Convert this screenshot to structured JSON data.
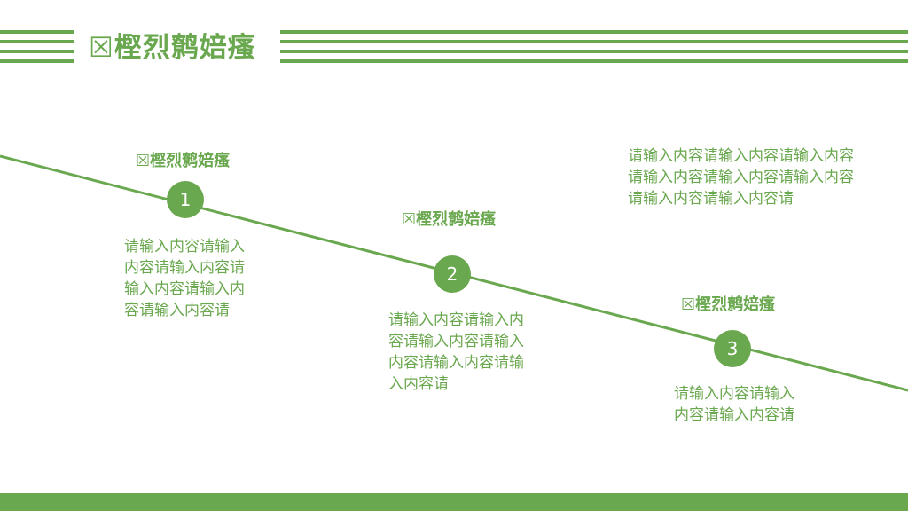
{
  "header": {
    "title": "☒樫烈鹩婄瘙"
  },
  "steps": [
    {
      "number": "1",
      "heading": "☒樫烈鹩婄瘙",
      "body": "请输入内容请输入内容请输入内容请输入内容请输入内容请输入内容请"
    },
    {
      "number": "2",
      "heading": "☒樫烈鹩婄瘙",
      "body": "请输入内容请输入内容请输入内容请输入内容请输入内容请输入内容请"
    },
    {
      "number": "3",
      "heading": "☒樫烈鹩婄瘙",
      "body": "请输入内容请输入内容请输入内容请"
    }
  ],
  "side_note": "请输入内容请输入内容请输入内容请输入内容请输入内容请输入内容请输入内容请输入内容请",
  "colors": {
    "accent": "#6aa84f",
    "background": "#ffffff"
  }
}
